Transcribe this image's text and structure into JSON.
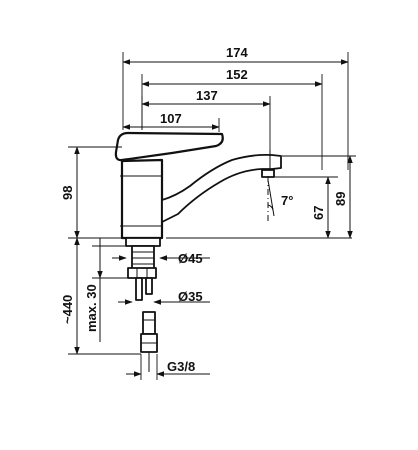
{
  "dimensions": {
    "w174": "174",
    "w152": "152",
    "w137": "137",
    "w107": "107",
    "h98": "98",
    "h67": "67",
    "h89": "89",
    "angle": "7°",
    "d45": "Ø45",
    "d35": "Ø35",
    "max30": "max. 30",
    "approx440": "~440",
    "thread": "G3/8"
  }
}
